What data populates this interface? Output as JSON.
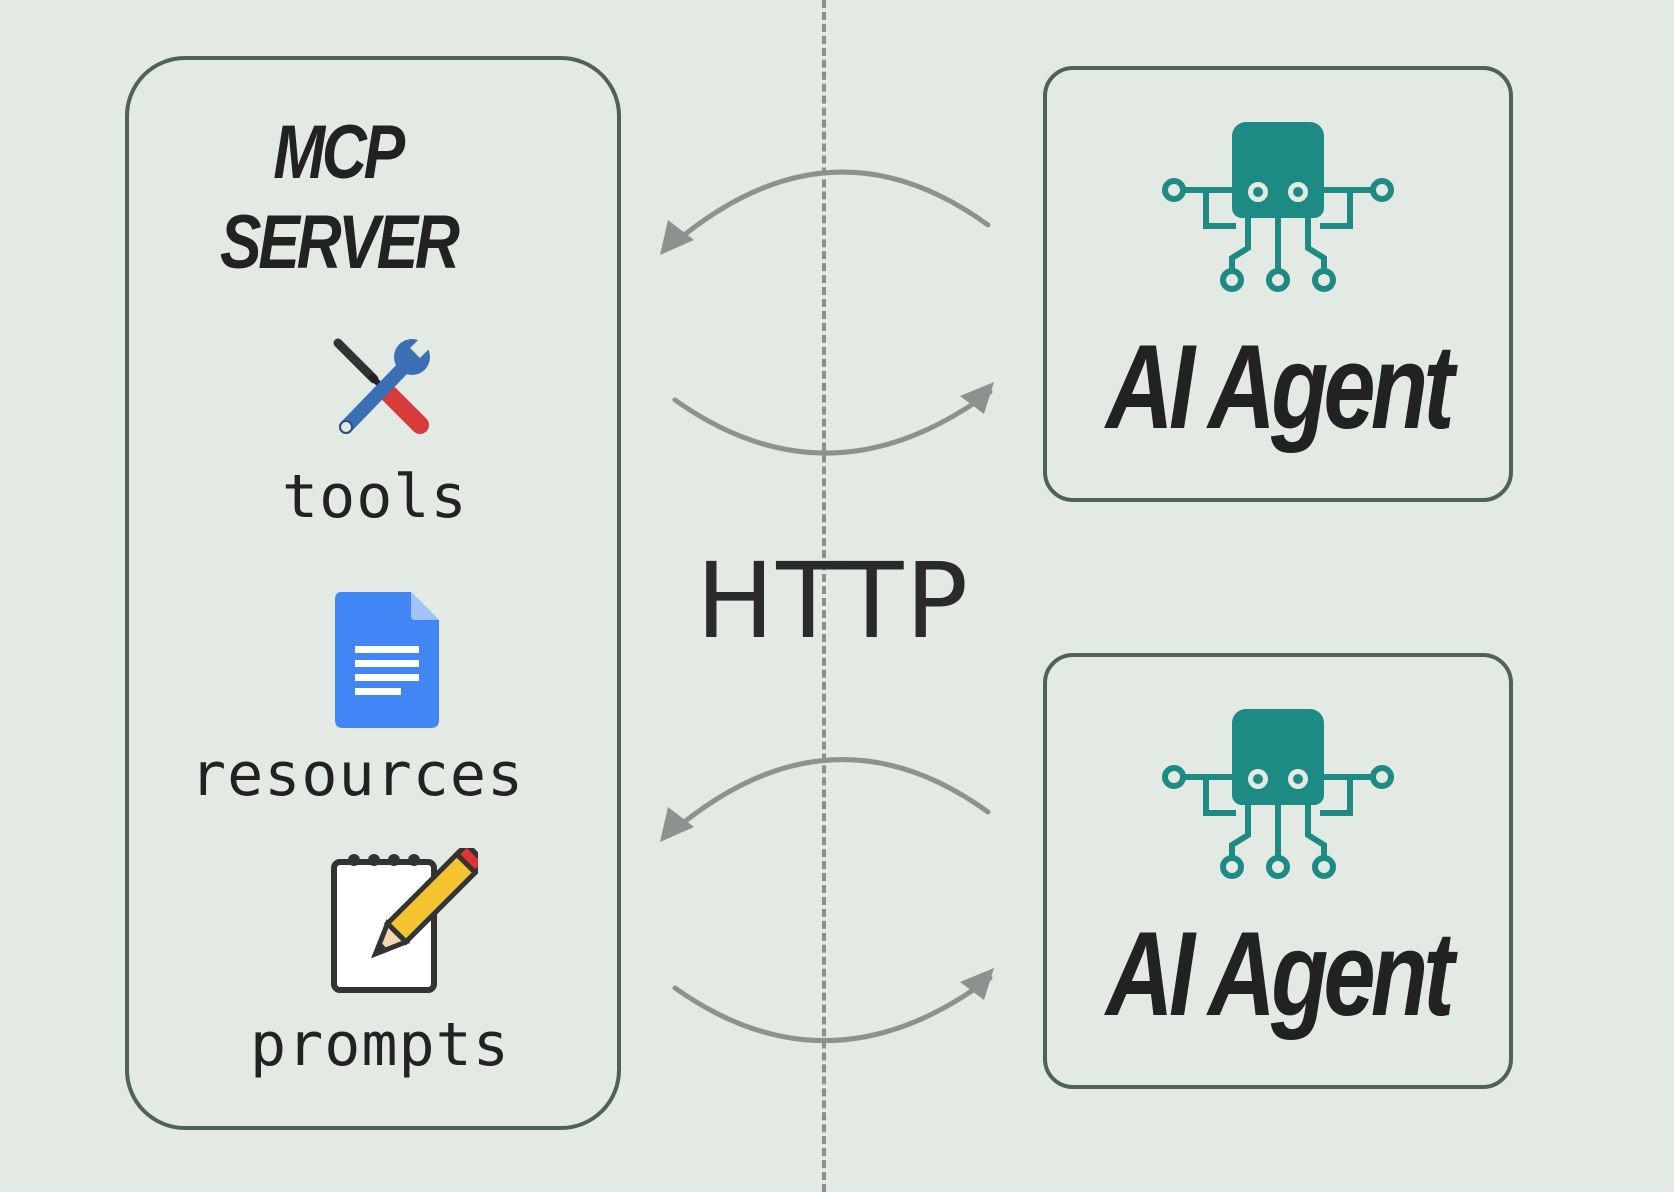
{
  "server": {
    "title_line1": "MCP",
    "title_line2": "SERVER",
    "items": [
      {
        "label": "tools",
        "icon": "tools-icon"
      },
      {
        "label": "resources",
        "icon": "document-icon"
      },
      {
        "label": "prompts",
        "icon": "notepad-pencil-icon"
      }
    ]
  },
  "protocol": "HTTP",
  "agents": [
    {
      "label": "AI Agent",
      "icon": "octopus-robot-icon"
    },
    {
      "label": "AI Agent",
      "icon": "octopus-robot-icon"
    }
  ],
  "colors": {
    "background": "#e3e9e3",
    "box_border": "#4e6353",
    "agent_icon": "#1e8a84",
    "arrow": "#8e928e",
    "doc_blue": "#4285f4"
  }
}
